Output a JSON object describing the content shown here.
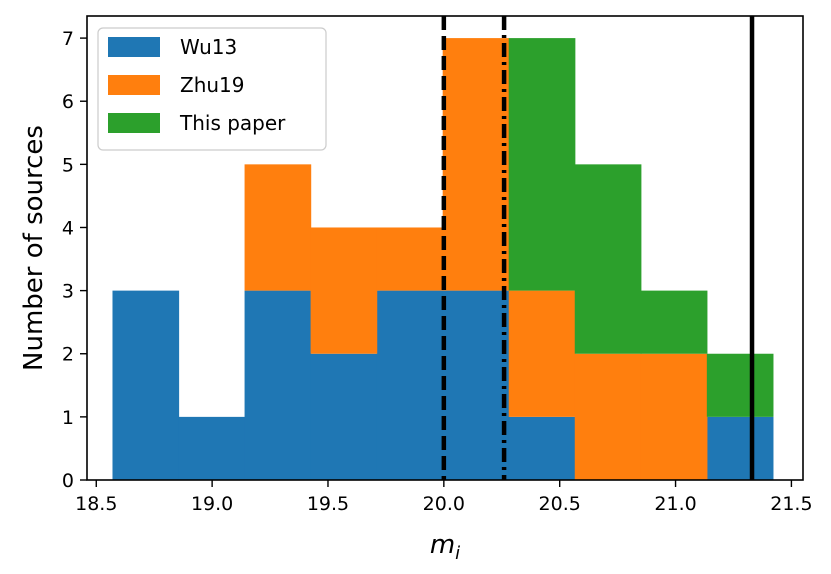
{
  "chart_data": {
    "type": "bar",
    "stacked": true,
    "histogram": true,
    "bin_edges": [
      18.57,
      18.855,
      19.14,
      19.425,
      19.71,
      19.995,
      20.28,
      20.565,
      20.85,
      21.135,
      21.42
    ],
    "series": [
      {
        "name": "Wu13",
        "color": "#1f77b4",
        "values": [
          3,
          1,
          3,
          2,
          3,
          3,
          1,
          0,
          0,
          1
        ]
      },
      {
        "name": "Zhu19",
        "color": "#ff7f0e",
        "values": [
          0,
          0,
          2,
          2,
          1,
          4,
          2,
          2,
          2,
          0
        ]
      },
      {
        "name": "This paper",
        "color": "#2ca02c",
        "values": [
          0,
          0,
          0,
          0,
          0,
          0,
          4,
          3,
          1,
          1
        ]
      }
    ],
    "vlines": [
      {
        "x": 20.0,
        "style": "dashed"
      },
      {
        "x": 20.26,
        "style": "dashdot"
      },
      {
        "x": 21.33,
        "style": "solid"
      }
    ],
    "xlabel_main": "m",
    "xlabel_sub": "i",
    "ylabel": "Number of sources",
    "xlim": [
      18.46,
      21.55
    ],
    "ylim": [
      0,
      7.35
    ],
    "xticks": [
      18.5,
      19.0,
      19.5,
      20.0,
      20.5,
      21.0,
      21.5
    ],
    "xtick_labels": [
      "18.5",
      "19.0",
      "19.5",
      "20.0",
      "20.5",
      "21.0",
      "21.5"
    ],
    "yticks": [
      0,
      1,
      2,
      3,
      4,
      5,
      6,
      7
    ],
    "ytick_labels": [
      "0",
      "1",
      "2",
      "3",
      "4",
      "5",
      "6",
      "7"
    ],
    "grid": false,
    "legend_position": "top-left"
  }
}
